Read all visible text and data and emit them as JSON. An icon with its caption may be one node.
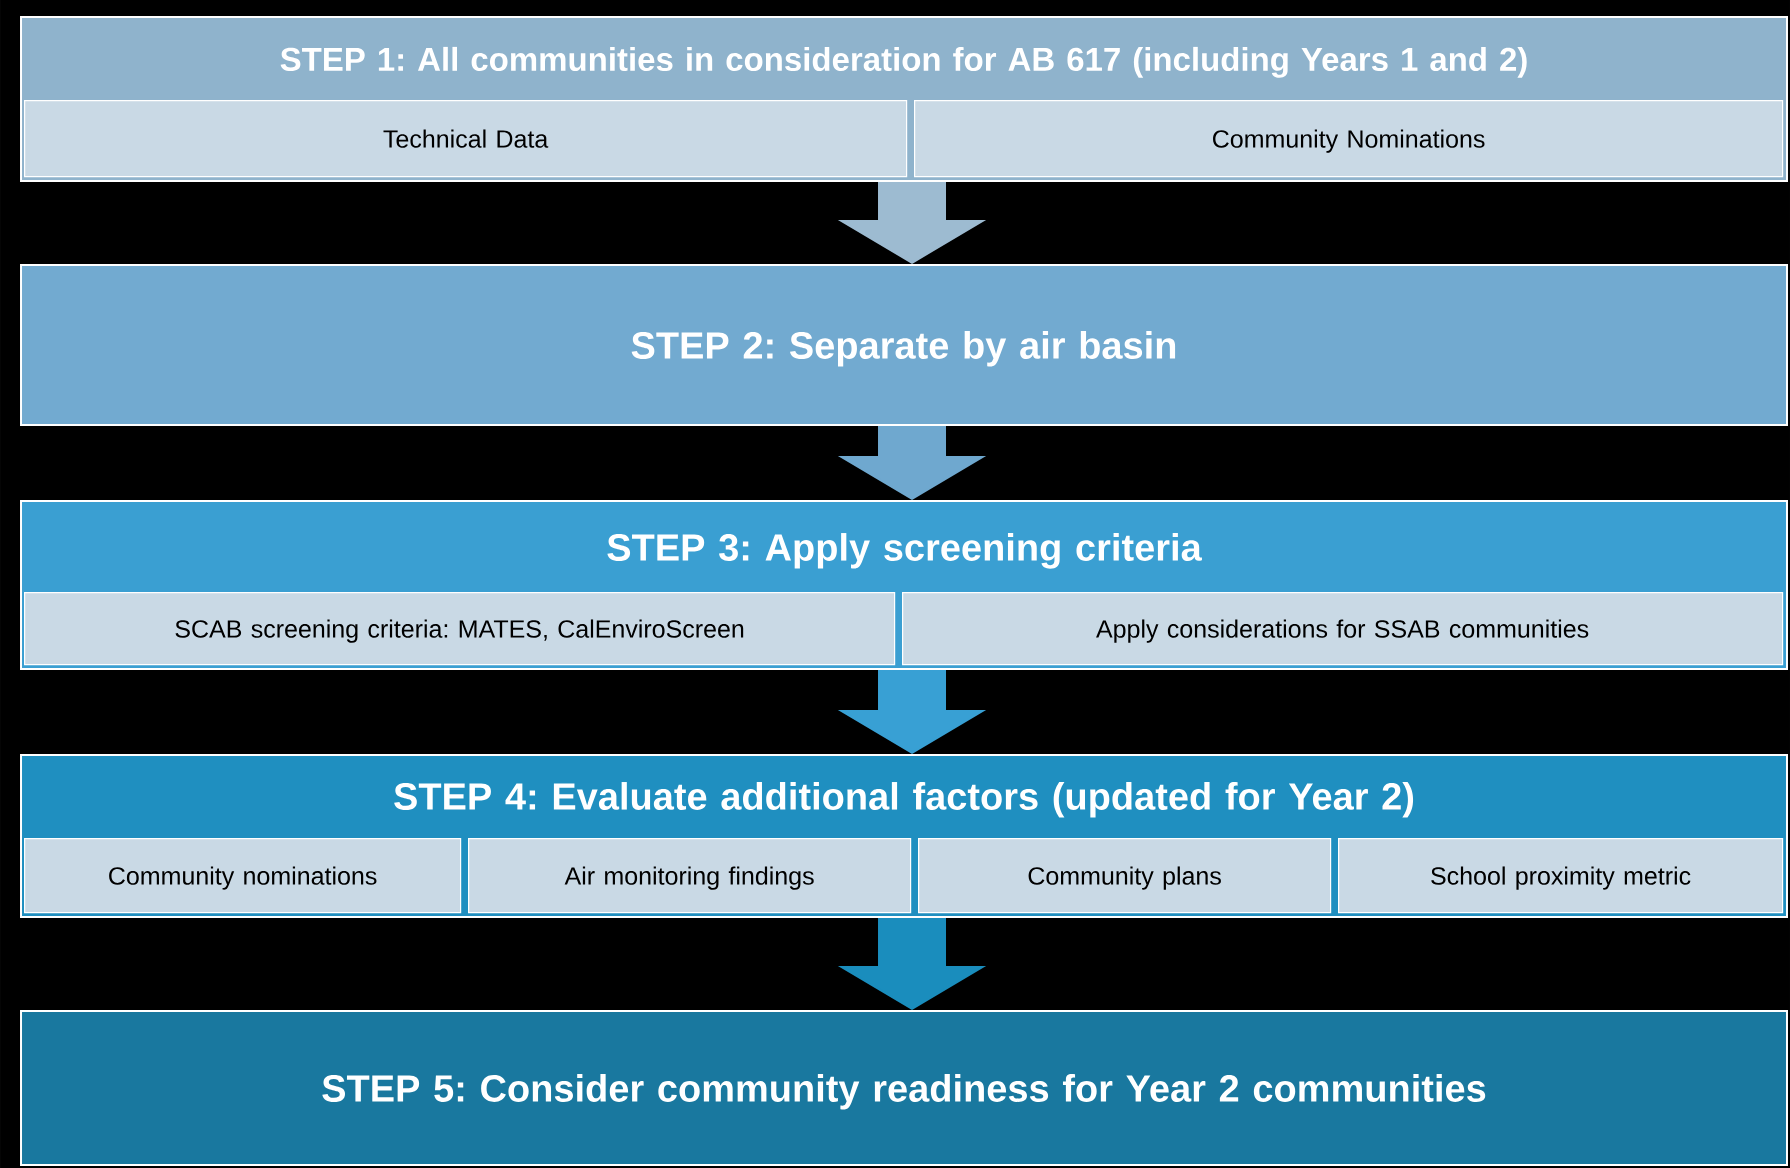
{
  "diagram": {
    "nodes": [
      {
        "text": [
          "STEP 1: All communities in consideration for AB 617 (including Years 1 and 2)"
        ]
      },
      {
        "text": [
          "Technical Data"
        ],
        "in": 0
      },
      {
        "text": [
          "Community Nominations"
        ],
        "in": 0
      },
      {
        "text": [
          "STEP 2: Separate by air basin"
        ]
      },
      {
        "text": [
          "STEP 3: Apply screening criteria"
        ]
      },
      {
        "text": [
          "SCAB screening criteria: MATES, CalEnviroScreen"
        ],
        "in": 4
      },
      {
        "text": [
          "Apply considerations for SSAB communities"
        ],
        "in": 4
      },
      {
        "text": [
          "STEP 4: Evaluate additional factors (updated for Year 2)"
        ]
      },
      {
        "text": [
          "Community nominations"
        ],
        "in": 7
      },
      {
        "text": [
          "Air monitoring findings"
        ],
        "in": 7
      },
      {
        "text": [
          "Community plans"
        ],
        "in": 7
      },
      {
        "text": [
          "School proximity metric"
        ],
        "in": 7
      },
      {
        "text": [
          "STEP 5: Consider community readiness for Year 2 communities"
        ]
      }
    ],
    "edges": [
      {
        "from": 0,
        "to": 3,
        "arrow": "to",
        "color": "#9dbbd1"
      },
      {
        "from": 3,
        "to": 4,
        "arrow": "to",
        "color": "#6fa8cf"
      },
      {
        "from": 4,
        "to": 7,
        "arrow": "to",
        "color": "#38a0d4"
      },
      {
        "from": 7,
        "to": 12,
        "arrow": "to",
        "color": "#1a8dbd"
      }
    ]
  }
}
